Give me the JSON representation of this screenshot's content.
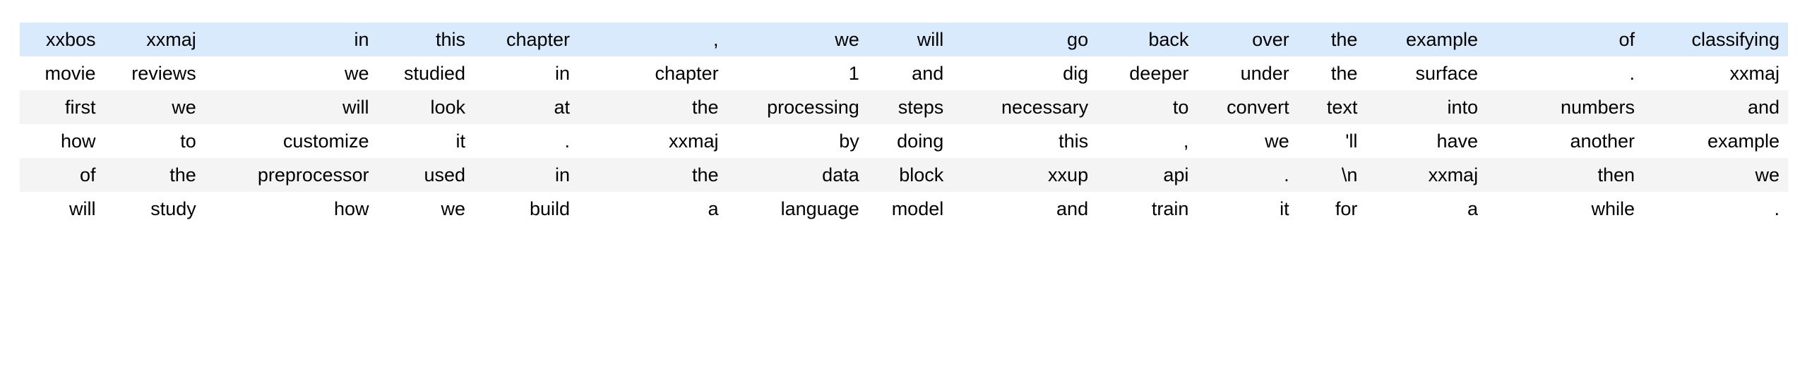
{
  "table": {
    "name": "token-dataframe",
    "column_count": 15,
    "row_count": 6,
    "alignment": "right",
    "colors": {
      "highlight_row_bg": "#d8eafb",
      "plain_row_bg": "#ffffff",
      "striped_row_bg": "#f4f4f4",
      "text": "#000000",
      "page_bg": "#ffffff"
    },
    "rows": [
      {
        "style": "row-highlight",
        "cells": [
          "xxbos",
          "xxmaj",
          "in",
          "this",
          "chapter",
          ",",
          "we",
          "will",
          "go",
          "back",
          "over",
          "the",
          "example",
          "of",
          "classifying"
        ]
      },
      {
        "style": "row-plain",
        "cells": [
          "movie",
          "reviews",
          "we",
          "studied",
          "in",
          "chapter",
          "1",
          "and",
          "dig",
          "deeper",
          "under",
          "the",
          "surface",
          ".",
          "xxmaj"
        ]
      },
      {
        "style": "row-striped",
        "cells": [
          "first",
          "we",
          "will",
          "look",
          "at",
          "the",
          "processing",
          "steps",
          "necessary",
          "to",
          "convert",
          "text",
          "into",
          "numbers",
          "and"
        ]
      },
      {
        "style": "row-plain",
        "cells": [
          "how",
          "to",
          "customize",
          "it",
          ".",
          "xxmaj",
          "by",
          "doing",
          "this",
          ",",
          "we",
          "'ll",
          "have",
          "another",
          "example"
        ]
      },
      {
        "style": "row-striped",
        "cells": [
          "of",
          "the",
          "preprocessor",
          "used",
          "in",
          "the",
          "data",
          "block",
          "xxup",
          "api",
          ".",
          "\\n",
          "xxmaj",
          "then",
          "we"
        ]
      },
      {
        "style": "row-plain",
        "cells": [
          "will",
          "study",
          "how",
          "we",
          "build",
          "a",
          "language",
          "model",
          "and",
          "train",
          "it",
          "for",
          "a",
          "while",
          "."
        ]
      }
    ]
  }
}
